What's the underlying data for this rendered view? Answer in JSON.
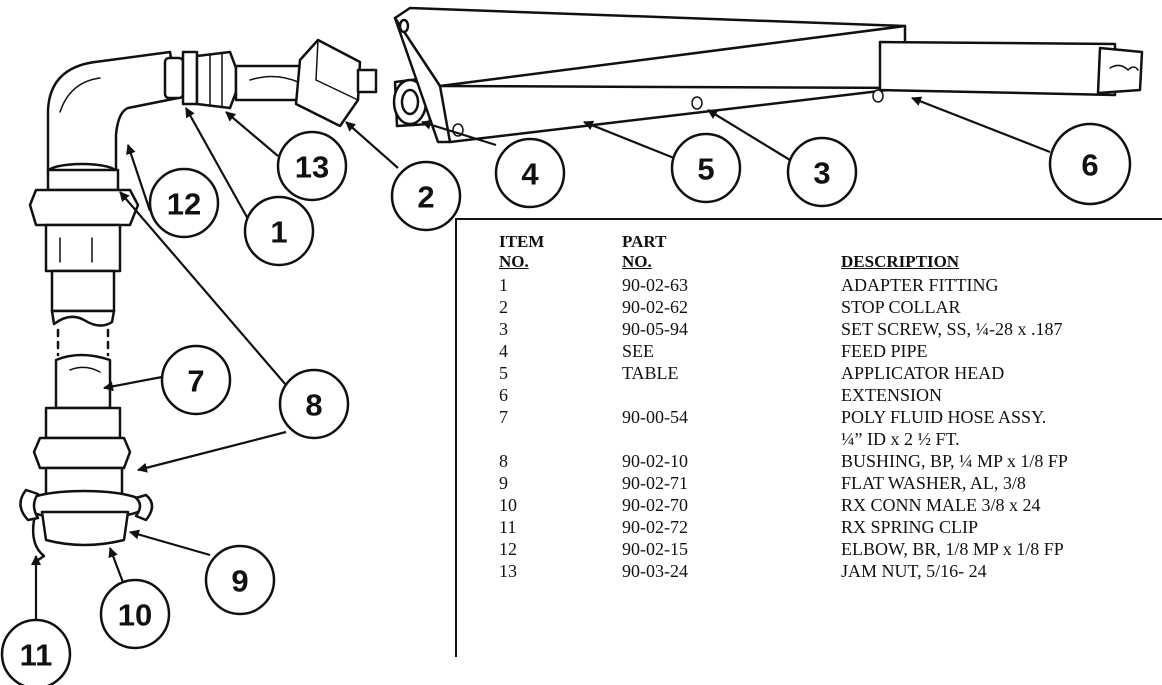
{
  "callouts": [
    "1",
    "2",
    "3",
    "4",
    "5",
    "6",
    "7",
    "8",
    "9",
    "10",
    "11",
    "12",
    "13"
  ],
  "table": {
    "headers": {
      "item_top": "ITEM",
      "item_bottom": "NO.",
      "part_top": "PART",
      "part_bottom": "NO.",
      "description": "DESCRIPTION"
    },
    "rows": [
      {
        "item": "1",
        "part": "90-02-63",
        "description": "ADAPTER FITTING"
      },
      {
        "item": "2",
        "part": "90-02-62",
        "description": "STOP COLLAR"
      },
      {
        "item": "3",
        "part": "90-05-94",
        "description": "SET SCREW, SS, ¼-28 x .187"
      },
      {
        "item": "4",
        "part": "SEE",
        "description": "FEED PIPE"
      },
      {
        "item": "5",
        "part": "TABLE",
        "description": "APPLICATOR HEAD"
      },
      {
        "item": "6",
        "part": "",
        "description": "EXTENSION"
      },
      {
        "item": "7",
        "part": "90-00-54",
        "description": "POLY FLUID HOSE ASSY."
      },
      {
        "item": "",
        "part": "",
        "description": "¼” ID x 2 ½ FT."
      },
      {
        "item": "8",
        "part": "90-02-10",
        "description": "BUSHING, BP, ¼ MP x 1/8 FP"
      },
      {
        "item": "9",
        "part": "90-02-71",
        "description": "FLAT WASHER, AL, 3/8"
      },
      {
        "item": "10",
        "part": "90-02-70",
        "description": "RX CONN MALE 3/8 x 24"
      },
      {
        "item": "11",
        "part": "90-02-72",
        "description": "RX SPRING CLIP"
      },
      {
        "item": "12",
        "part": "90-02-15",
        "description": "ELBOW, BR, 1/8 MP x 1/8 FP"
      },
      {
        "item": "13",
        "part": "90-03-24",
        "description": "JAM NUT, 5/16- 24"
      }
    ]
  }
}
